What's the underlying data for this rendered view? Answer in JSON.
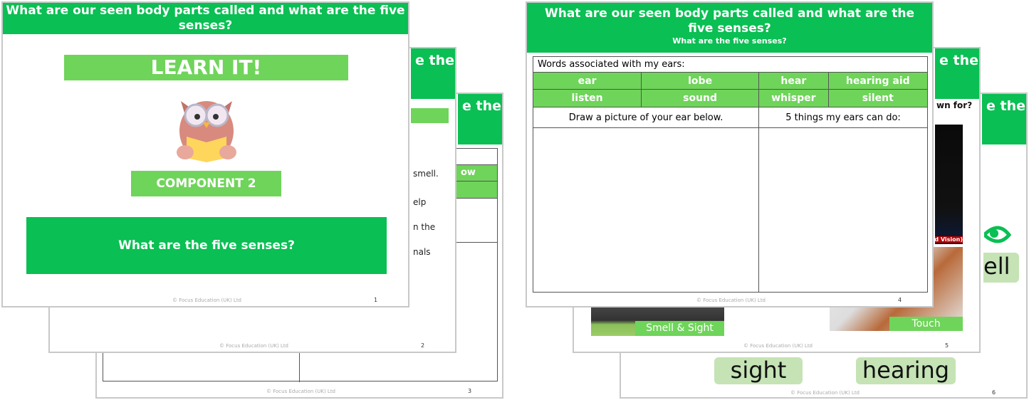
{
  "footer": "© Focus Education (UK) Ltd",
  "colors": {
    "header": "#0abf53",
    "accent": "#6fd45a",
    "word_box": "#c5e3b5"
  },
  "slide1": {
    "title": "What are our seen body parts called and what are the five senses?",
    "learn": "LEARN IT!",
    "component": "COMPONENT 2",
    "question": "What are the five senses?",
    "num": "1",
    "icon": "owl-reading-icon"
  },
  "slide2": {
    "peek_title": "e the",
    "lines": [
      "smell.",
      "elp",
      "n the",
      "nals"
    ],
    "num": "2"
  },
  "slide3": {
    "peek_title": "e the",
    "peek_cell": "ow",
    "num": "3"
  },
  "slide4": {
    "title": "What are our seen body parts called and what are the five senses?",
    "subtitle": "What are the five senses?",
    "words_label": "Words associated with my ears:",
    "words": [
      [
        "ear",
        "lobe",
        "hear",
        "hearing aid"
      ],
      [
        "listen",
        "sound",
        "whisper",
        "silent"
      ]
    ],
    "draw_label": "Draw a picture of your ear below.",
    "things_label": "5 things my ears can do:",
    "num": "4"
  },
  "slide5": {
    "peek_title": "e the",
    "question_peek": "wn for?",
    "vision_label": "d Vision)",
    "touch": "Touch",
    "smell_sight": "Smell & Sight",
    "num": "5"
  },
  "slide6": {
    "peek_title": "e the",
    "smell_peek": "ell",
    "sight": "sight",
    "hearing": "hearing",
    "num": "6",
    "icon": "eye-icon"
  }
}
